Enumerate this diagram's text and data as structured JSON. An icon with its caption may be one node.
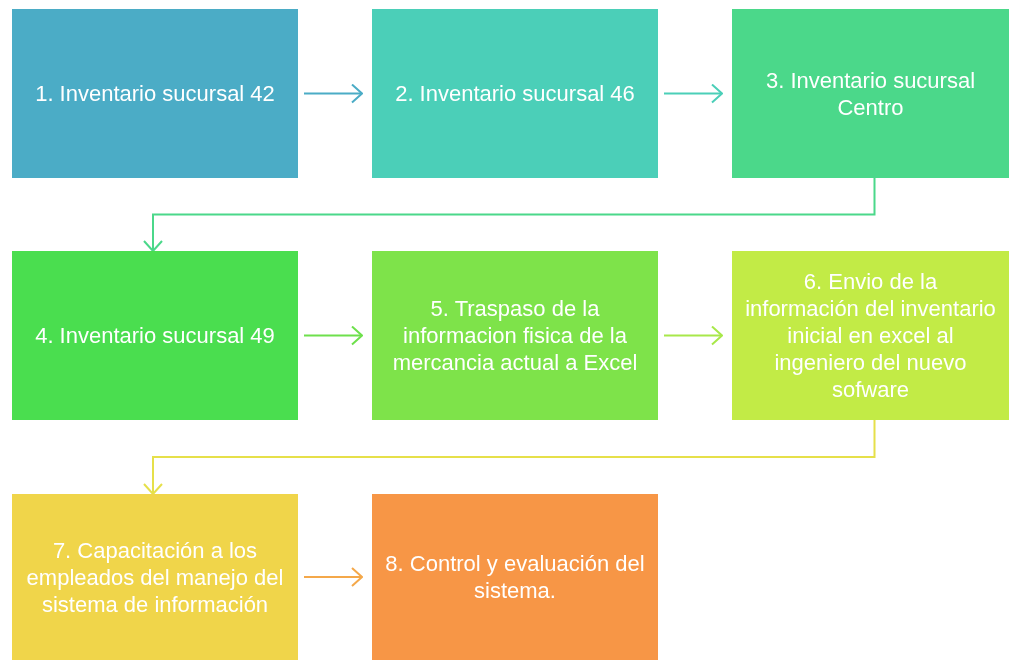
{
  "diagram": {
    "nodes": [
      {
        "text": [
          "1. Inventario sucursal 42"
        ]
      },
      {
        "text": [
          "2. Inventario sucursal 46"
        ]
      },
      {
        "text": [
          "3. Inventario sucursal Centro"
        ]
      },
      {
        "text": [
          "4. Inventario sucursal 49"
        ]
      },
      {
        "text": [
          "5. Traspaso de la informacion fisica de la mercancia actual a Excel"
        ]
      },
      {
        "text": [
          "6. Envio de la información del inventario inicial en excel al ingeniero del nuevo sofware"
        ]
      },
      {
        "text": [
          "7. Capacitación a los empleados del manejo del sistema de información"
        ]
      },
      {
        "text": [
          "8. Control y evaluación del sistema."
        ]
      }
    ],
    "edges": [
      {
        "from": 0,
        "to": 1,
        "arrow": "to",
        "color": "#4bacc6"
      },
      {
        "from": 1,
        "to": 2,
        "arrow": "to",
        "color": "#4bcfb8"
      },
      {
        "from": 2,
        "to": 3,
        "arrow": "to",
        "color": "#4bd88a"
      },
      {
        "from": 3,
        "to": 4,
        "arrow": "to",
        "color": "#6ee04c"
      },
      {
        "from": 4,
        "to": 5,
        "arrow": "to",
        "color": "#a8e84a"
      },
      {
        "from": 5,
        "to": 6,
        "arrow": "to",
        "color": "#e6e04a"
      },
      {
        "from": 6,
        "to": 7,
        "arrow": "to",
        "color": "#f4a84a"
      }
    ]
  }
}
